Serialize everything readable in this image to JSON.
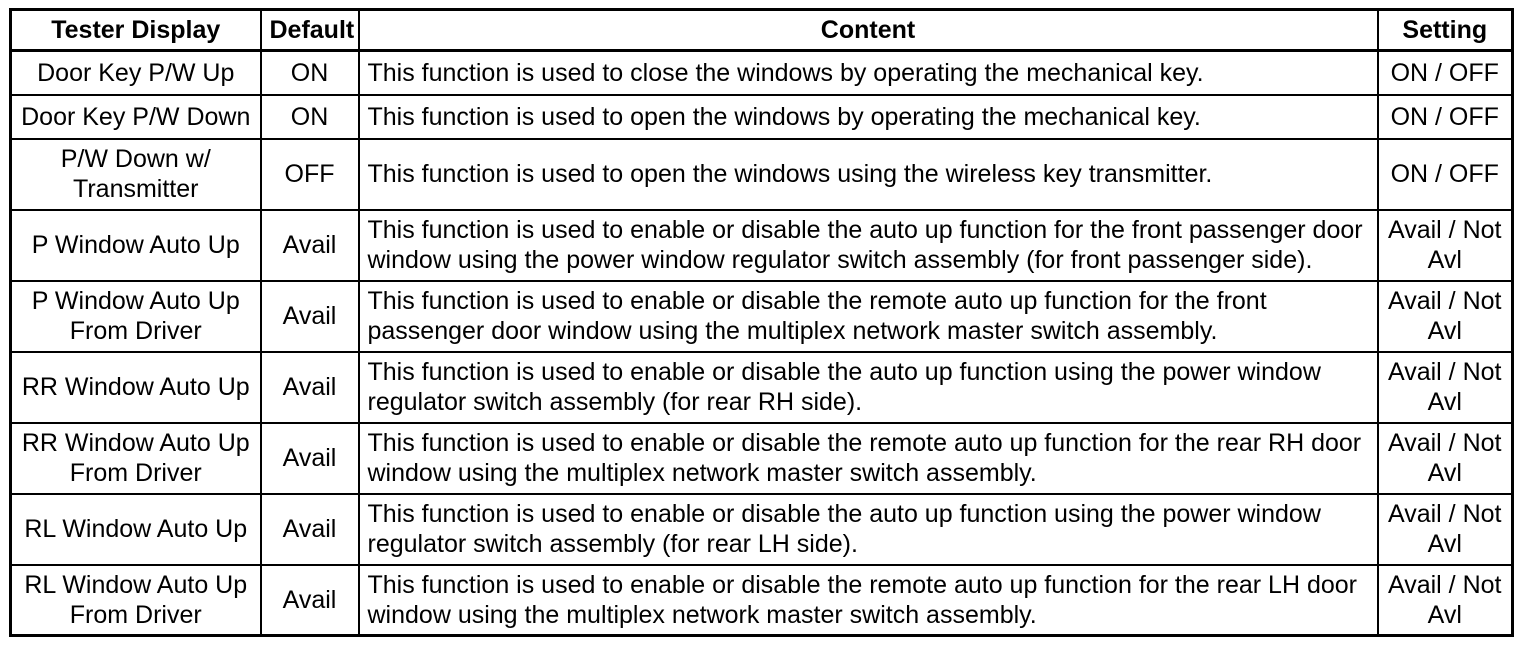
{
  "colors": {
    "border": "#000000",
    "text": "#000000",
    "background": "#ffffff"
  },
  "table": {
    "headers": [
      "Tester Display",
      "Default",
      "Content",
      "Setting"
    ],
    "rows": [
      {
        "tester_display": "Door Key P/W Up",
        "default": "ON",
        "content": "This function is used to close the windows by operating the mechanical key.",
        "setting": "ON / OFF"
      },
      {
        "tester_display": "Door Key P/W Down",
        "default": "ON",
        "content": "This function is used to open the windows by operating the mechanical key.",
        "setting": "ON / OFF"
      },
      {
        "tester_display": "P/W Down w/\nTransmitter",
        "default": "OFF",
        "content": "This function is used to open the windows using the wireless key transmitter.",
        "setting": "ON / OFF"
      },
      {
        "tester_display": "P Window Auto Up",
        "default": "Avail",
        "content": "This function is used to enable or disable the auto up function for the front passenger door window using the power window regulator switch assembly (for front passenger side).",
        "setting": "Avail / Not Avl"
      },
      {
        "tester_display": "P Window Auto Up\nFrom Driver",
        "default": "Avail",
        "content": "This function is used to enable or disable the remote auto up function for the front passenger door window using the multiplex network master switch assembly.",
        "setting": "Avail / Not Avl"
      },
      {
        "tester_display": "RR Window Auto Up",
        "default": "Avail",
        "content": "This function is used to enable or disable the auto up function using the power window regulator switch assembly (for rear RH side).",
        "setting": "Avail / Not Avl"
      },
      {
        "tester_display": "RR Window Auto Up\nFrom Driver",
        "default": "Avail",
        "content": "This function is used to enable or disable the remote auto up function for the rear RH door window using the multiplex network master switch assembly.",
        "setting": "Avail / Not Avl"
      },
      {
        "tester_display": "RL Window Auto Up",
        "default": "Avail",
        "content": "This function is used to enable or disable the auto up function using the power window regulator switch assembly (for rear LH side).",
        "setting": "Avail / Not Avl"
      },
      {
        "tester_display": "RL Window Auto Up\nFrom Driver",
        "default": "Avail",
        "content": "This function is used to enable or disable the remote auto up function for the rear LH door window using the multiplex network master switch assembly.",
        "setting": "Avail / Not Avl"
      }
    ]
  }
}
